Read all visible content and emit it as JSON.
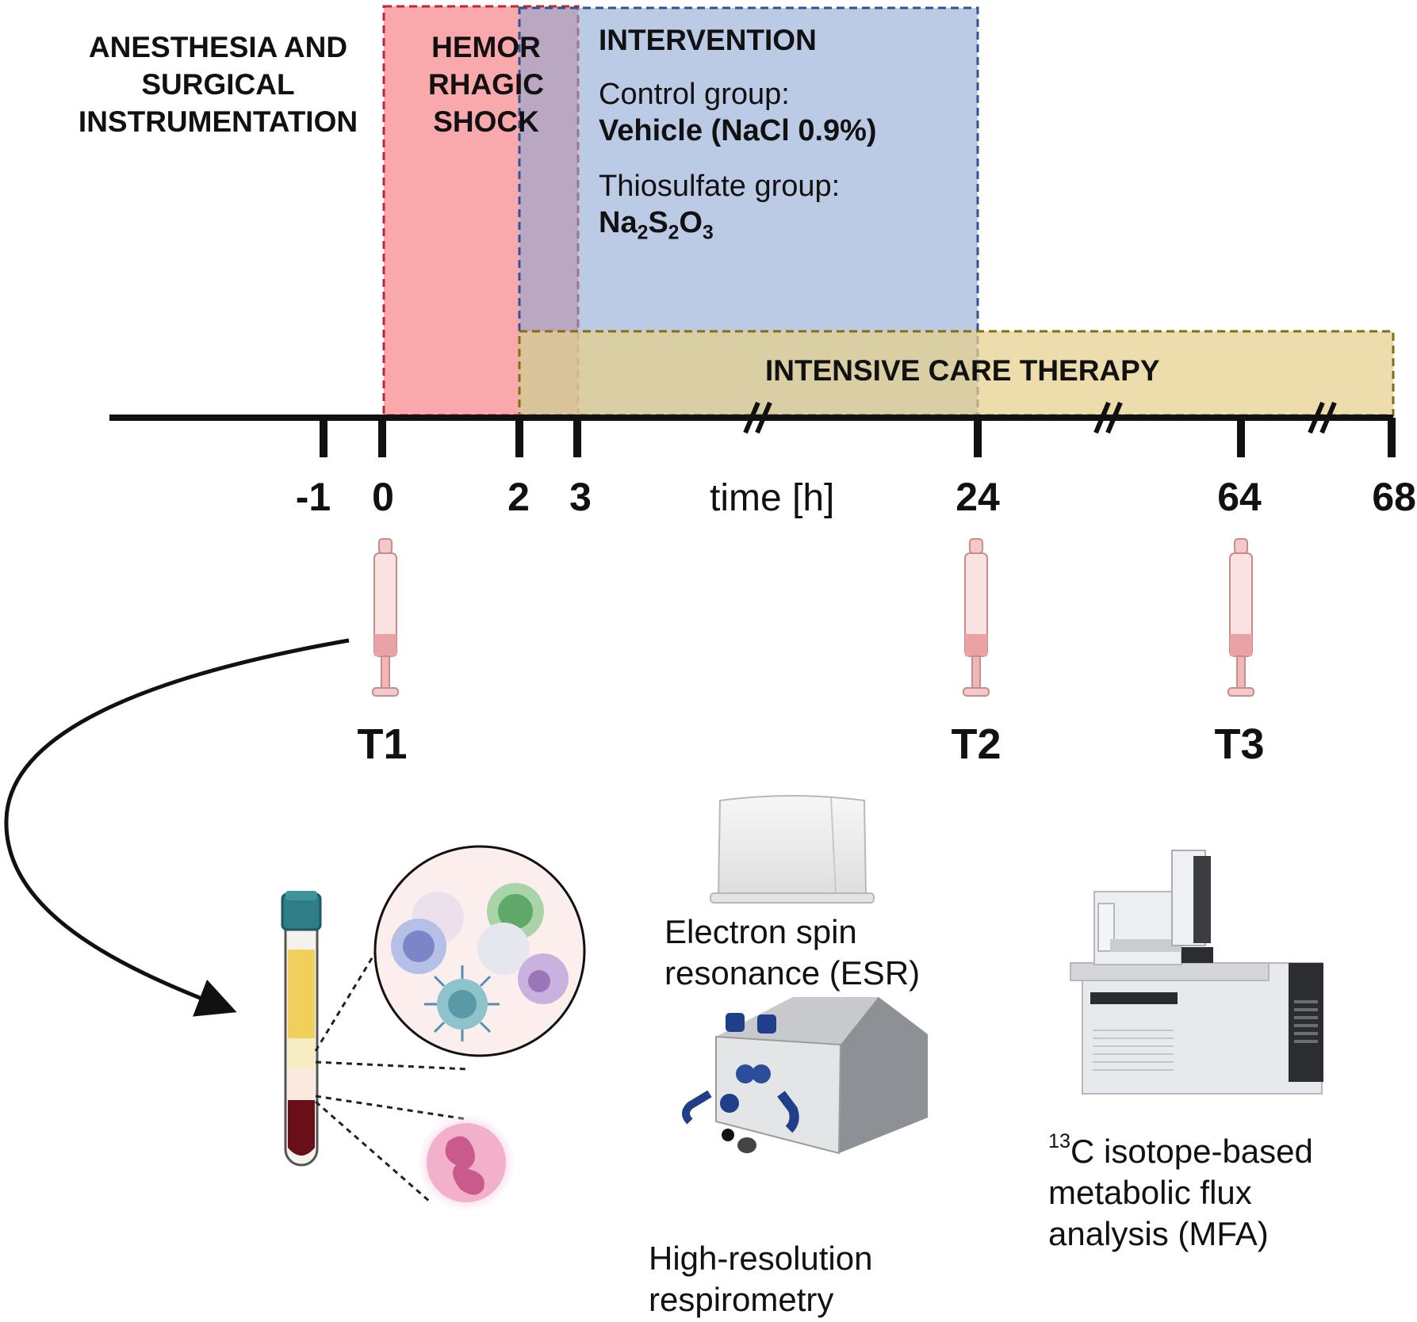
{
  "phases": {
    "anesthesia": [
      "ANESTHESIA AND",
      "SURGICAL",
      "INSTRUMENTATION"
    ],
    "hemorrhagic": [
      "HEMOR",
      "RHAGIC",
      "SHOCK"
    ],
    "intervention": {
      "title": "INTERVENTION",
      "control_label": "Control group:",
      "control_value": "Vehicle (NaCl 0.9%)",
      "thio_label": "Thiosulfate group:",
      "formula": {
        "p1": "Na",
        "s1": "2",
        "p2": "S",
        "s2": "2",
        "p3": "O",
        "s3": "3"
      }
    },
    "icu": "INTENSIVE CARE THERAPY"
  },
  "timeline": {
    "axis_label": "time [h]",
    "ticks": [
      "-1",
      "0",
      "2",
      "3",
      "24",
      "64",
      "68"
    ]
  },
  "timepoints": [
    "T1",
    "T2",
    "T3"
  ],
  "methods": {
    "esr": [
      "Electron spin",
      "resonance (ESR)"
    ],
    "respirometry": [
      "High-resolution",
      "respirometry"
    ],
    "mfa": {
      "sup": "13",
      "line1": "C isotope-based",
      "line2": "metabolic flux",
      "line3": "analysis (MFA)"
    }
  },
  "colors": {
    "hemorrhage_fill": "#f9a9ab",
    "hemorrhage_border": "#c0272d",
    "intervention_fill": "#b8c8e2",
    "intervention_border": "#2f5496",
    "icu_fill": "#eddcad",
    "icu_border": "#8a6b12",
    "axis": "#111111"
  }
}
